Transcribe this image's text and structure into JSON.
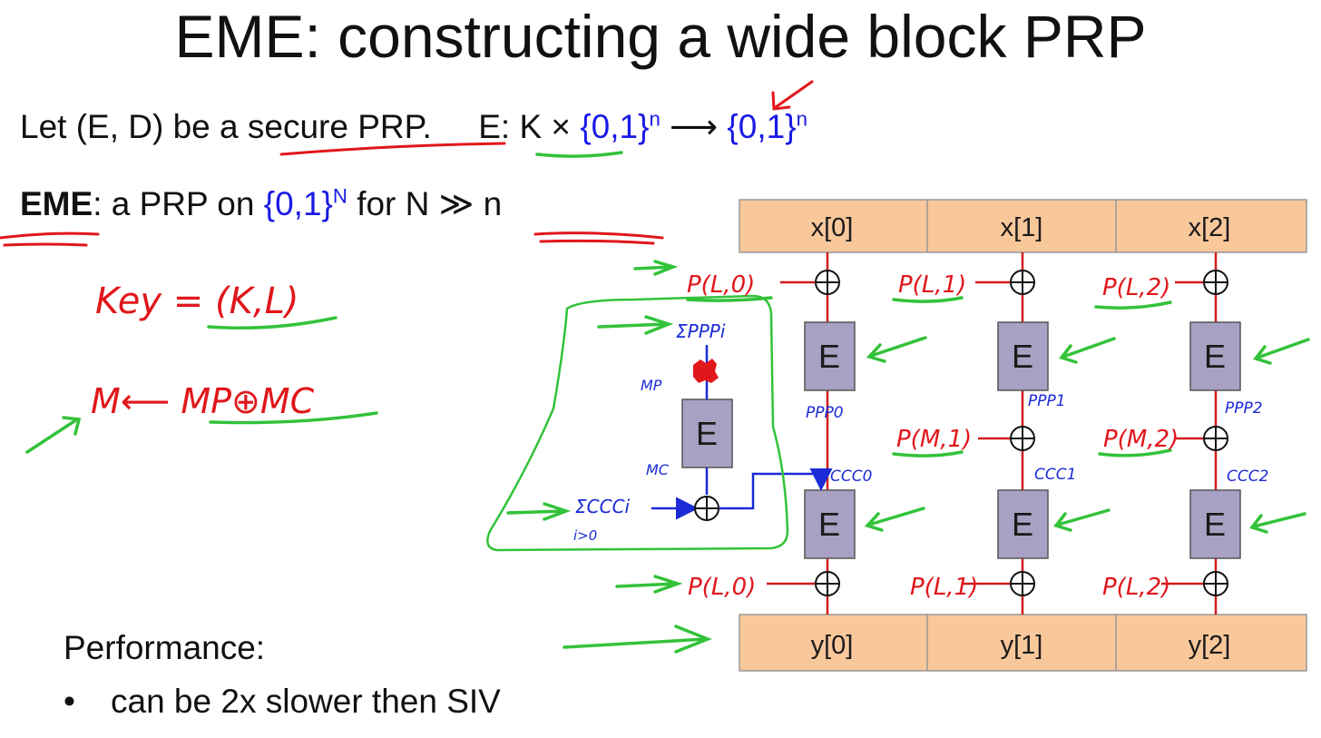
{
  "title": "EME:   constructing a wide block PRP",
  "intro": {
    "let_text": "Let  (E, D) be a secure PRP.",
    "e_sig": "E: K × ",
    "domain": "{0,1}",
    "exp_n": "n",
    "arrow": " ⟶ ",
    "range": "{0,1}",
    "exp_n2": "n"
  },
  "eme_line": {
    "eme": "EME",
    "colon": ":   a PRP on  ",
    "set": "{0,1}",
    "exp_N": "N",
    "for": "  for  ",
    "cond": "N ≫ n"
  },
  "inputs": [
    "x[0]",
    "x[1]",
    "x[2]"
  ],
  "outputs": [
    "y[0]",
    "y[1]",
    "y[2]"
  ],
  "block_label": "E",
  "annotations": {
    "key": "Key = (K,L)",
    "m_arrow": "M⟵ MP⊕MC",
    "p_in": [
      "P(L,0)",
      "P(L,1)",
      "P(L,2)"
    ],
    "p_mid": [
      "P(M,1)",
      "P(M,2)"
    ],
    "p_out": [
      "P(L,0)",
      "P(L,1)",
      "P(L,2)"
    ],
    "ppp": [
      "PPP0",
      "PPP1",
      "PPP2"
    ],
    "ccc": [
      "CCC0",
      "CCC1",
      "CCC2"
    ],
    "sum_ppp": "ΣPPPi",
    "mp": "MP",
    "mc": "MC",
    "sum_ccc": "ΣCCCi",
    "sum_ccc_sub": "i>0"
  },
  "performance": {
    "heading": "Performance:",
    "bullet": "can be 2x slower then SIV"
  }
}
